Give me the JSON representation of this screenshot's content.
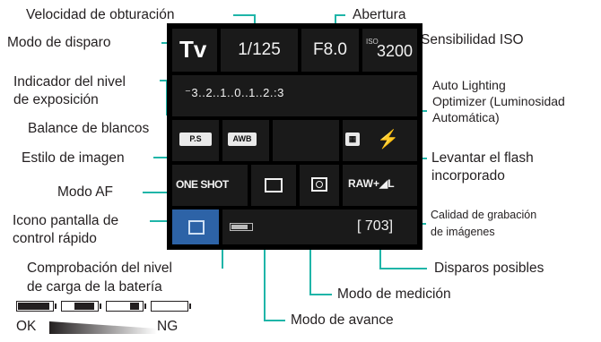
{
  "labels": {
    "shutter_speed": "Velocidad de obturación",
    "aperture": "Abertura",
    "shooting_mode": "Modo de disparo",
    "iso": "Sensibilidad ISO",
    "exposure_indicator_1": "Indicador del nivel",
    "exposure_indicator_2": "de exposición",
    "alo_1": "Auto Lighting",
    "alo_2": "Optimizer (Luminosidad",
    "alo_3": "Automática)",
    "white_balance": "Balance de blancos",
    "picture_style": "Estilo de imagen",
    "flash_1": "Levantar el flash",
    "flash_2": "incorporado",
    "af_mode": "Modo AF",
    "quality_1": "Calidad de grabación",
    "quality_2": "de imágenes",
    "quick_control_1": "Icono pantalla de",
    "quick_control_2": "control rápido",
    "battery_check_1": "Comprobación del nivel",
    "battery_check_2": "de carga de la batería",
    "shots_remaining": "Disparos posibles",
    "metering": "Modo de medición",
    "drive": "Modo de avance",
    "ok": "OK",
    "ng": "NG"
  },
  "screen": {
    "mode": "Tv",
    "shutter": "1/125",
    "aperture": "F8.0",
    "iso_tag": "ISO",
    "iso": "3200",
    "exposure_scale": "⁻3..2..1..0..1..2.:3",
    "picture_style": "P.S",
    "wb": "AWB",
    "af": "ONE SHOT",
    "quality": "RAW+◢L",
    "shots": "[ 703]",
    "flash": "⚡",
    "alo": "▦"
  },
  "battery_levels": [
    1.0,
    0.66,
    0.33,
    0.0
  ],
  "colors": {
    "screen_bg": "#000000",
    "cell_bg": "#1a1a1a",
    "accent": "#1fb5a8",
    "qc_blue": "#2d63a7"
  }
}
